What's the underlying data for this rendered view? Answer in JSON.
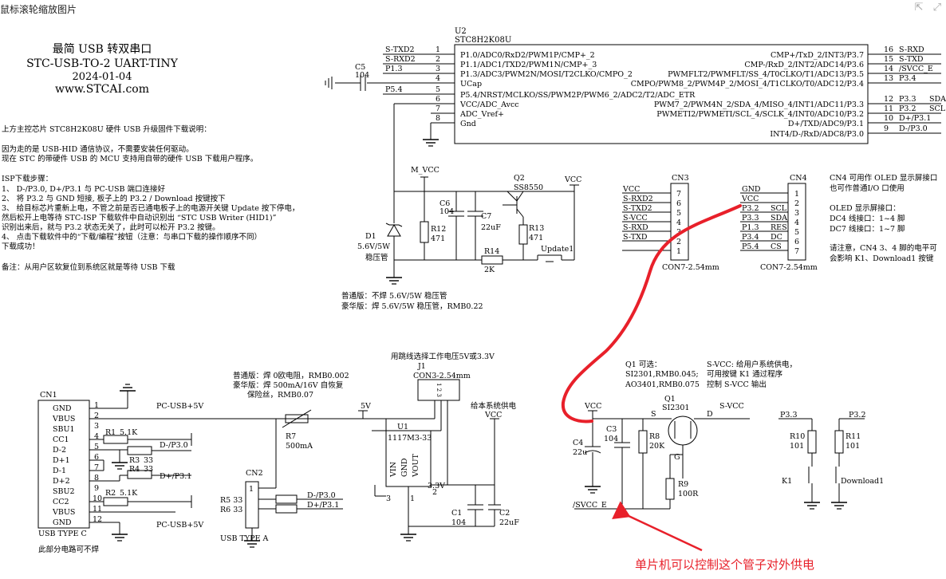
{
  "window": {
    "title": "鼠标滚轮缩放图片",
    "icons": [
      "open-external-icon",
      "fullscreen-icon"
    ]
  },
  "header": {
    "title_cn": "最简 USB 转双串口",
    "title_en": "STC-USB-TO-2 UART-TINY",
    "date": "2024-01-04",
    "site": "www.STCAI.com"
  },
  "notes": [
    "上方主控芯片 STC8H2K08U 硬件 USB 升级固件下载说明：",
    "因为走的是 USB-HID 通信协议，不需要安装任何驱动。",
    "现在 STC 的带硬件 USB 的 MCU 支持用自带的硬件 USB 下载用户程序。",
    "ISP下载步骤：",
    "1、 D-/P3.0, D+/P3.1 与 PC-USB 端口连接好",
    "2、 将 P3.2 与 GND 短接, 板子上的 P3.2 / Download  按键按下",
    "3、 给目标芯片重新上电，不管之前是否已通电板子上的电源开关键 Update 按下停电，",
    "   然后松开上电等待 STC-ISP 下载软件中自动识别出  “STC USB Writer (HID1)”",
    "     识别出来后，就与 P3.2 状态无关了，此时可以松开 P3.2 按键。",
    "4、 点击下载软件中的“下载/编程”按钮（注意：与串口下载的操作顺序不同）",
    "   下载成功！",
    "备注：从用户区软复位到系统区就是等待 USB 下载"
  ],
  "u2": {
    "ref": "U2",
    "part": "STC8H2K08U",
    "left_pins": [
      {
        "num": "1",
        "net": "S-TXD2",
        "func": "P1.0/ADC0/RxD2/PWM1P/CMP+_2"
      },
      {
        "num": "2",
        "net": "S-RXD2",
        "func": "P1.1/ADC1/TXD2/PWM1N/CMP+_3"
      },
      {
        "num": "3",
        "net": "P1.3",
        "func": "P1.3/ADC3/PWM2N/MOSI/T2CLKO/CMPO_2"
      },
      {
        "num": "4",
        "net": "",
        "func": "UCap"
      },
      {
        "num": "5",
        "net": "P5.4",
        "func": "P5.4/NRST/MCLKO/SS/PWM2P/PWM6_2/ADC2/T2/ADC_ETR"
      },
      {
        "num": "6",
        "net": "",
        "func": "VCC/ADC_Avcc"
      },
      {
        "num": "7",
        "net": "",
        "func": "ADC_Vref+"
      },
      {
        "num": "8",
        "net": "",
        "func": "Gnd"
      }
    ],
    "right_pins": [
      {
        "num": "16",
        "net": "S-RXD",
        "func": "CMP+/TxD_2/INT3/P3.7"
      },
      {
        "num": "15",
        "net": "S-TXD",
        "func": "CMP-/RxD_2/INT2/ADC14/P3.6"
      },
      {
        "num": "14",
        "net": "/SVCC_E",
        "func": "PWMFLT2/PWMFLT/SS_4/T0CLKO/T1/ADC13/P3.5"
      },
      {
        "num": "13",
        "net": "P3.4",
        "func": "CMPO/PWM8_2/PWM4P_2/MOSI_4/T1CLKO/T0/ADC12/P3.4"
      },
      {
        "num": "12",
        "net": "P3.3",
        "extra": "SDA",
        "func": "PWM7_2/PWM4N_2/SDA_4/MISO_4/INT1/ADC11/P3.3"
      },
      {
        "num": "11",
        "net": "P3.2",
        "extra": "SCL",
        "func": "PWMETI2/PWMETI/SCL_4/SCLK_4/INT0/ADC10/P3.2"
      },
      {
        "num": "10",
        "net": "D+/P3.1",
        "func": "D+/TXD/ADC9/P3.1"
      },
      {
        "num": "9",
        "net": "D-/P3.0",
        "func": "INT4/D-/RxD/ADC8/P3.0"
      }
    ]
  },
  "c5": {
    "ref": "C5",
    "val": "104"
  },
  "power_block": {
    "mvcc": "M_VCC",
    "vcc": "VCC",
    "q2_ref": "Q2",
    "q2_part": "SS8550",
    "c6_ref": "C6",
    "c6_val": "104",
    "c7_ref": "C7",
    "c7_val": "22uF",
    "r12_ref": "R12",
    "r12_val": "471",
    "r13_ref": "R13",
    "r13_val": "471",
    "r14_ref": "R14",
    "r14_val": "2K",
    "update": "Update1",
    "d1_ref": "D1",
    "d1_val": "5.6V/5W",
    "d1_desc": "稳压管",
    "note1": "普通版：不焊 5.6V/5W 稳压管",
    "note2": "豪华版：焊   5.6V/5W 稳压管，RMB0.22"
  },
  "cn3": {
    "ref": "CN3",
    "foot": "CON7-2.54mm",
    "rows": [
      {
        "net": "VCC",
        "pin": "7"
      },
      {
        "net": "S-RXD2",
        "pin": "6"
      },
      {
        "net": "S-TXD2",
        "pin": "5"
      },
      {
        "net": "S-VCC",
        "pin": "4"
      },
      {
        "net": "S-RXD",
        "pin": "3"
      },
      {
        "net": "S-TXD",
        "pin": "2"
      },
      {
        "net": "",
        "pin": "1"
      }
    ]
  },
  "cn4": {
    "ref": "CN4",
    "foot": "CON7-2.54mm",
    "rows": [
      {
        "net": "GND",
        "sig": "",
        "pin": "1"
      },
      {
        "net": "VCC",
        "sig": "",
        "pin": "2"
      },
      {
        "net": "P3.2",
        "sig": "SCL",
        "pin": "3"
      },
      {
        "net": "P3.3",
        "sig": "SDA",
        "pin": "4"
      },
      {
        "net": "P1.3",
        "sig": "RES",
        "pin": "5"
      },
      {
        "net": "P3.4",
        "sig": "DC",
        "pin": "6"
      },
      {
        "net": "P5.4",
        "sig": "CS",
        "pin": "7"
      }
    ]
  },
  "oled_notes": [
    "CN4 可用作 OLED 显示屏接口",
    "也可作普通I/O 口使用",
    "OLED 显示屏接口：",
    "DC4 线接口：1~4 脚",
    "DC7 线接口：1~7 脚",
    "请注意，CN4 3、4 脚的电平可",
    "会影响 K1、Download1 按键"
  ],
  "usb_block": {
    "cn1_ref": "CN1",
    "cn1_type": "USB TYPE C",
    "cn1_note": "此部分电路可不焊",
    "cn1_pins": [
      {
        "name": "GND",
        "num": "1"
      },
      {
        "name": "VBUS",
        "num": "2"
      },
      {
        "name": "SBU1",
        "num": "3"
      },
      {
        "name": "CC1",
        "num": "4"
      },
      {
        "name": "D-2",
        "num": "5"
      },
      {
        "name": "D+1",
        "num": "6"
      },
      {
        "name": "D-1",
        "num": "7"
      },
      {
        "name": "D+2",
        "num": "8"
      },
      {
        "name": "SBU2",
        "num": "9"
      },
      {
        "name": "CC2",
        "num": "10"
      },
      {
        "name": "VBUS",
        "num": "11"
      },
      {
        "name": "GND",
        "num": "12"
      }
    ],
    "pc_usb_5v": "PC-USB+5V",
    "r1": "R1",
    "r1_val": "5.1K",
    "r2": "R2",
    "r2_val": "5.1K",
    "r3": "R3",
    "r3_val": "33",
    "r4": "R4",
    "r4_val": "33",
    "r5": "R5 33",
    "r6": "R6 33",
    "dm": "D-/P3.0",
    "dp": "D+/P3.1",
    "cn2_ref": "CN2",
    "cn2_type": "USB TYPE A",
    "cn2_pin": "1",
    "fuse_note1": "普通版：焊 0欧电阻，RMB0.002",
    "fuse_note2": "豪华版：焊 500mA/16V 自恢复",
    "fuse_note3": "保险丝，RMB0.07",
    "r7": "R7",
    "r7_val": "500mA",
    "net_5v": "5V"
  },
  "reg_block": {
    "select_note": "用跳线选择工作电压5V或3.3V",
    "j1": "J1",
    "j1_part": "CON3-2.54mm",
    "j1_pins": "1 2 3",
    "give_sys": "给本系统供电",
    "vcc": "VCC",
    "u1": "U1",
    "u1_part": "1117M3-33",
    "u1_pins": [
      "VIN",
      "GND",
      "VOUT"
    ],
    "u1_nums": [
      "3",
      "1",
      "2"
    ],
    "v33": "3.3V",
    "c1": "C1",
    "c1_val": "104",
    "c2": "C2",
    "c2_val": "22uF"
  },
  "svcc_block": {
    "q1_note": [
      "Q1 可选：",
      "SI2301,RMB0.045;",
      "AO3401,RMB0.075"
    ],
    "svcc_note": [
      "S-VCC: 给用户系统供电，",
      "可用按键 K1 通过程序",
      "控制 S-VCC 输出"
    ],
    "vcc": "VCC",
    "q1": "Q1",
    "q1_part": "SI2301",
    "s": "S",
    "d": "D",
    "g": "G",
    "svcc": "S-VCC",
    "c3": "C3",
    "c3_val": "104",
    "c4": "C4",
    "c4_val": "22u",
    "r8": "R8",
    "r8_val": "20K",
    "r9": "R9",
    "r9_val": "100R",
    "svcc_e": "/SVCC_E"
  },
  "keys_block": {
    "p33": "P3.3",
    "p32": "P3.2",
    "r10": "R10",
    "r10_val": "101",
    "r11": "R11",
    "r11_val": "101",
    "k1": "K1",
    "download": "Download1"
  },
  "annotation": {
    "text": "单片机可以控制这个管子对外供电",
    "color": "#e8202a"
  }
}
